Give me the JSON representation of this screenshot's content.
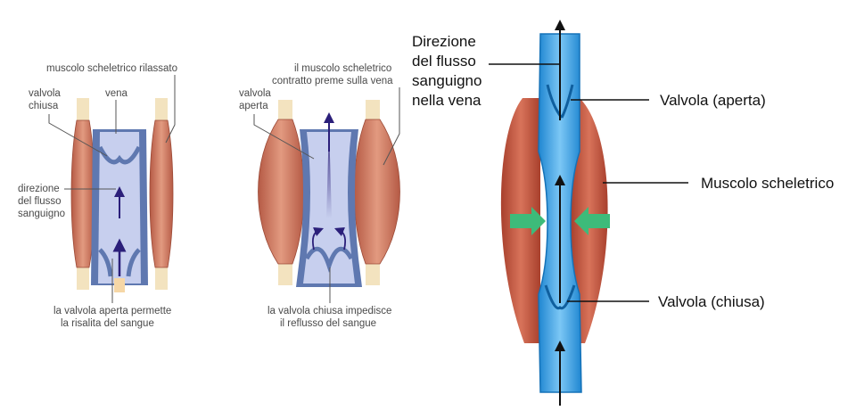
{
  "panel_relaxed": {
    "muscle_label": "muscolo scheletrico rilassato",
    "valve_label_1": "valvola",
    "valve_label_2": "chiusa",
    "vein_label": "vena",
    "flow_label_1": "direzione",
    "flow_label_2": "del flusso",
    "flow_label_3": "sanguigno",
    "caption_1": "la valvola aperta permette",
    "caption_2": "la risalita del sangue"
  },
  "panel_contracted": {
    "muscle_label_1": "il muscolo scheletrico",
    "muscle_label_2": "contratto preme sulla vena",
    "valve_label_1": "valvola",
    "valve_label_2": "aperta",
    "caption_1": "la valvola chiusa impedisce",
    "caption_2": "il reflusso del sangue"
  },
  "panel_right": {
    "flow_label_1": "Direzione",
    "flow_label_2": "del flusso",
    "flow_label_3": "sanguigno",
    "flow_label_4": "nella vena",
    "valve_open_label": "Valvola (aperta)",
    "muscle_label": "Muscolo scheletrico",
    "valve_closed_label": "Valvola (chiusa)"
  },
  "colors": {
    "muscle": "#d9826a",
    "muscle_dark": "#b4543f",
    "tendon": "#f3e3bf",
    "vein_wall": "#5f78b0",
    "vein_lumen": "#c7cfee",
    "arrow_dark": "#2b1f7a",
    "right_vein": "#4aa8e6",
    "right_muscle": "#c0503a",
    "green_arrow": "#3dbb7a"
  }
}
